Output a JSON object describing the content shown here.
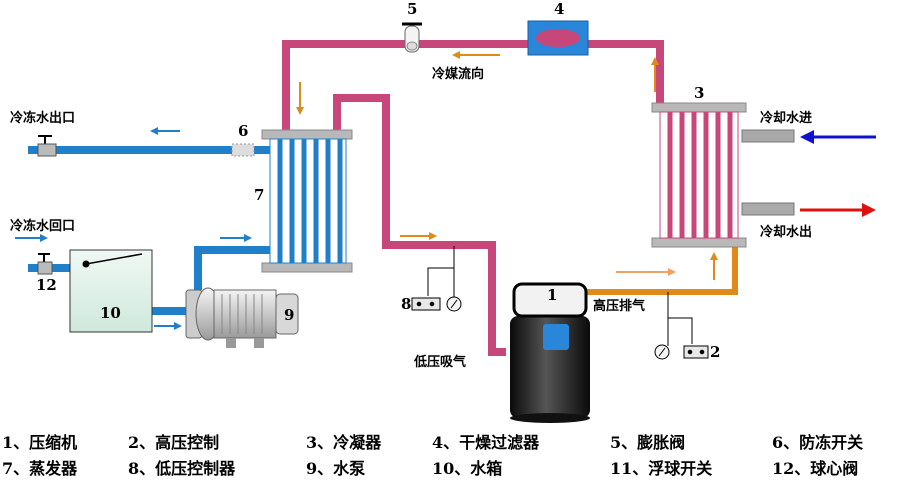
{
  "labels": {
    "chilled_out": "冷冻水出口",
    "chilled_return": "冷冻水回口",
    "refrigerant_flow": "冷媒流向",
    "cooling_in": "冷却水进",
    "cooling_out": "冷却水出",
    "high_discharge": "高压排气",
    "low_suction": "低压吸气"
  },
  "numbers": {
    "n1": "1",
    "n2": "2",
    "n3": "3",
    "n4": "4",
    "n5": "5",
    "n6": "6",
    "n7": "7",
    "n8": "8",
    "n9": "9",
    "n10": "10",
    "n12": "12"
  },
  "legend": [
    [
      "1、压缩机",
      "2、高压控制",
      "3、冷凝器",
      "4、干燥过滤器",
      "5、膨胀阀",
      "6、防冻开关"
    ],
    [
      "7、蒸发器",
      "8、低压控制器",
      "9、水泵",
      "10、水箱",
      "11、浮球开关",
      "12、球心阀"
    ]
  ],
  "colors": {
    "refrigerant_pipe": "#c8477a",
    "hot_gas_pipe": "#e08a1a",
    "water_pipe": "#1f7fc8",
    "cooling_in_arrow": "#1010d0",
    "cooling_out_arrow": "#e01010"
  }
}
